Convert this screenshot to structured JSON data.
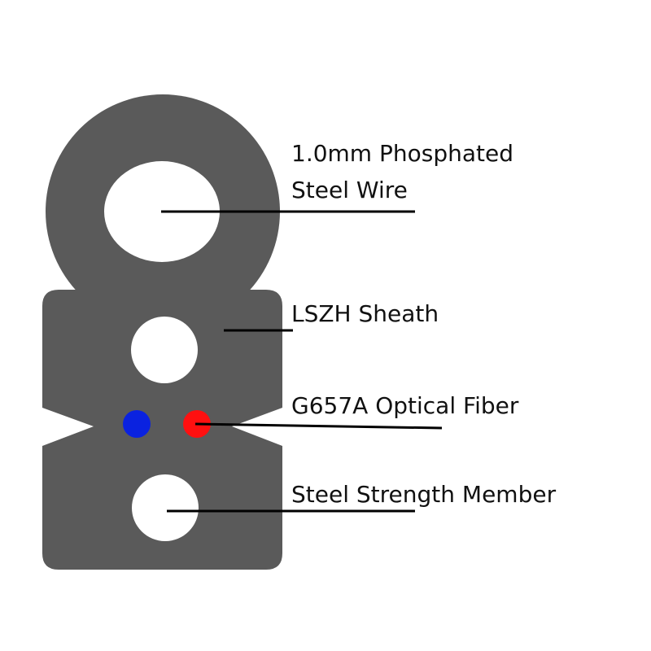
{
  "labels": {
    "steel_wire_line1": "1.0mm Phosphated",
    "steel_wire_line2": "Steel Wire",
    "sheath": "LSZH Sheath",
    "fiber": "G657A Optical Fiber",
    "strength_member": "Steel Strength Member"
  },
  "colors": {
    "sheath": "#5a5a5a",
    "fiber_blue": "#0a22e0",
    "fiber_red": "#ff1010",
    "leader": "#000000"
  }
}
